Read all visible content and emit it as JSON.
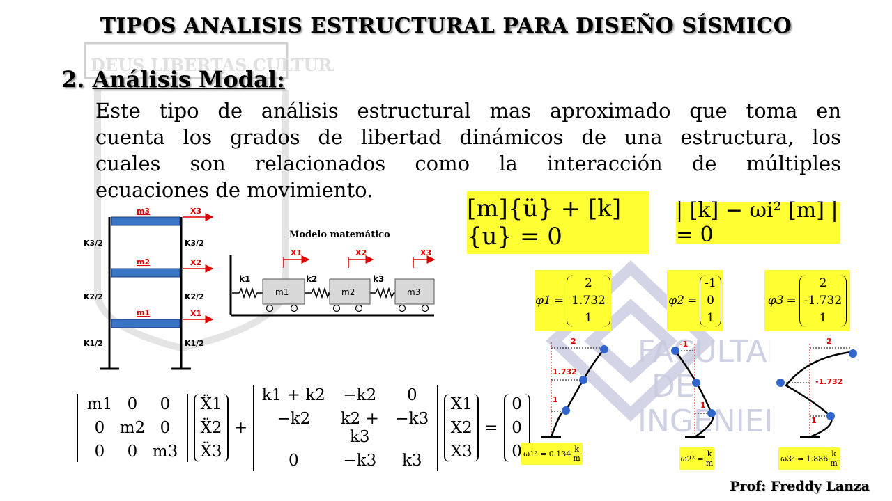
{
  "slide": {
    "title": "TIPOS ANALISIS ESTRUCTURAL PARA DISEÑO SÍSMICO",
    "section_number": "2.",
    "section_title": "Análisis Modal:",
    "paragraph_lines": [
      "Este tipo de análisis estructural mas aproximado que toma en",
      "cuenta los grados de libertad dinámicos de una estructura, los",
      "cuales son relacionados como la interacción de múltiples",
      "ecuaciones de movimiento."
    ],
    "author": "Prof: Freddy Lanza"
  },
  "building": {
    "masses": [
      "m3",
      "m2",
      "m1"
    ],
    "dofs": [
      "X3",
      "X2",
      "X1"
    ],
    "springs": [
      "K3/2",
      "K2/2",
      "K1/2"
    ]
  },
  "model": {
    "title": "Modelo matemático",
    "masses": [
      "m1",
      "m2",
      "m3"
    ],
    "dofs": [
      "X1",
      "X2",
      "X3"
    ],
    "springs": [
      "k1",
      "k2",
      "k3"
    ]
  },
  "equations": {
    "motion": "[m]{ü} + [k]{u} = 0",
    "eigen": "| [k] − ωi² [m] | = 0"
  },
  "matrix_equation": {
    "mass": [
      [
        "m1",
        "0",
        "0"
      ],
      [
        "0",
        "m2",
        "0"
      ],
      [
        "0",
        "0",
        "m3"
      ]
    ],
    "acc": [
      "Ẍ1",
      "Ẍ2",
      "Ẍ3"
    ],
    "stiffness": [
      [
        "k1 + k2",
        "−k2",
        "0"
      ],
      [
        "−k2",
        "k2 + k3",
        "−k3"
      ],
      [
        "0",
        "−k3",
        "k3"
      ]
    ],
    "disp": [
      "X1",
      "X2",
      "X3"
    ],
    "zero": [
      "0",
      "0",
      "0"
    ]
  },
  "modes": [
    {
      "phi": "φ1",
      "vector": [
        "2",
        "1.732",
        "1"
      ],
      "labels": [
        "2",
        "1.732",
        "1"
      ],
      "omega": "ω1² = 0.134",
      "unit_num": "k",
      "unit_den": "m"
    },
    {
      "phi": "φ2",
      "vector": [
        "-1",
        "0",
        "1"
      ],
      "labels": [
        "-1",
        "1"
      ],
      "omega": "ω2² =",
      "unit_num": "k",
      "unit_den": "m"
    },
    {
      "phi": "φ3",
      "vector": [
        "2",
        "-1.732",
        "1"
      ],
      "labels": [
        "2",
        "-1.732",
        "1"
      ],
      "omega": "ω3² = 1.886",
      "unit_num": "k",
      "unit_den": "m"
    }
  ],
  "watermark": {
    "top_text": "DEUS LIBERTAS CULTURA",
    "lines": [
      "FACULTAD",
      "DE",
      "INGENIERIA"
    ]
  },
  "colors": {
    "equation_bg": "#ffff33",
    "floor_blue": "#3a74c4",
    "arrow_red": "#e00000",
    "node_blue": "#3366cc",
    "watermark": "#c9cbe0"
  }
}
